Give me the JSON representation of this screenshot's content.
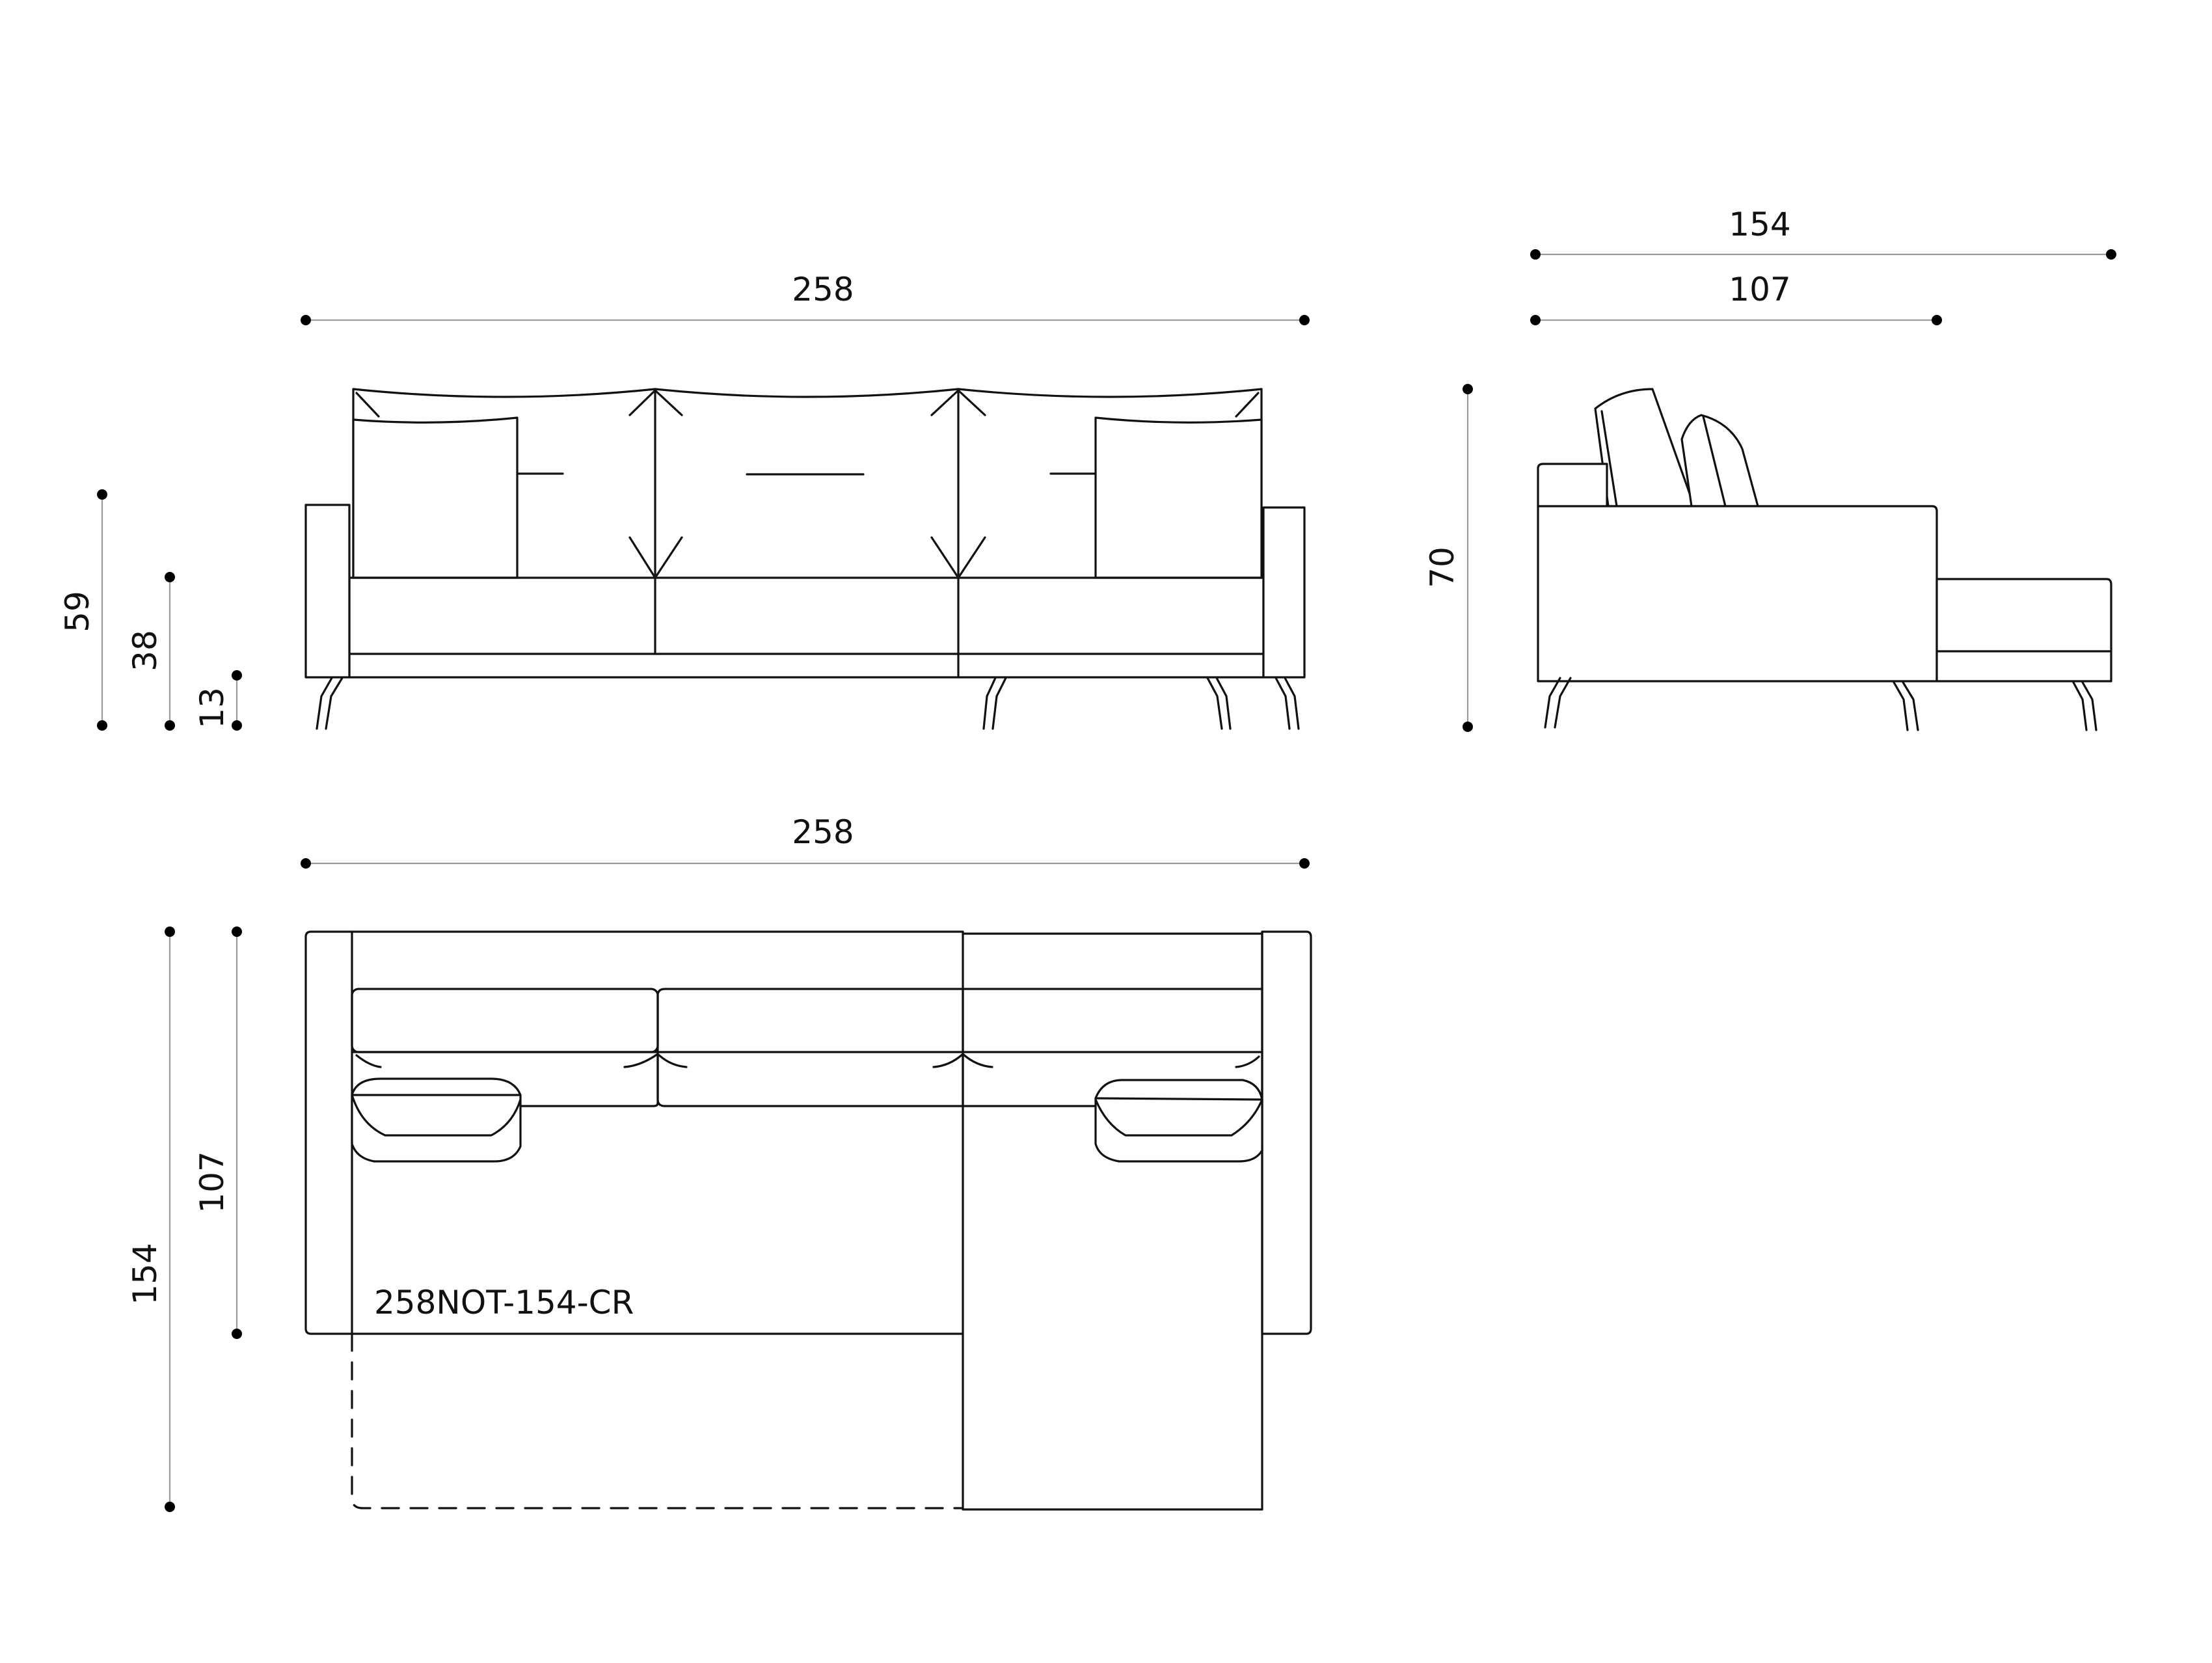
{
  "front_view": {
    "width": "258",
    "height_total": "59",
    "height_seat": "38",
    "height_legs": "13"
  },
  "side_view": {
    "depth_total": "154",
    "depth_sofa": "107",
    "height_total": "70"
  },
  "top_view": {
    "width": "258",
    "depth_total": "154",
    "depth_sofa": "107",
    "model_code": "258NOT-154-CR"
  },
  "colors": {
    "line": "#111111",
    "dimension_line": "#9a9a9a"
  }
}
